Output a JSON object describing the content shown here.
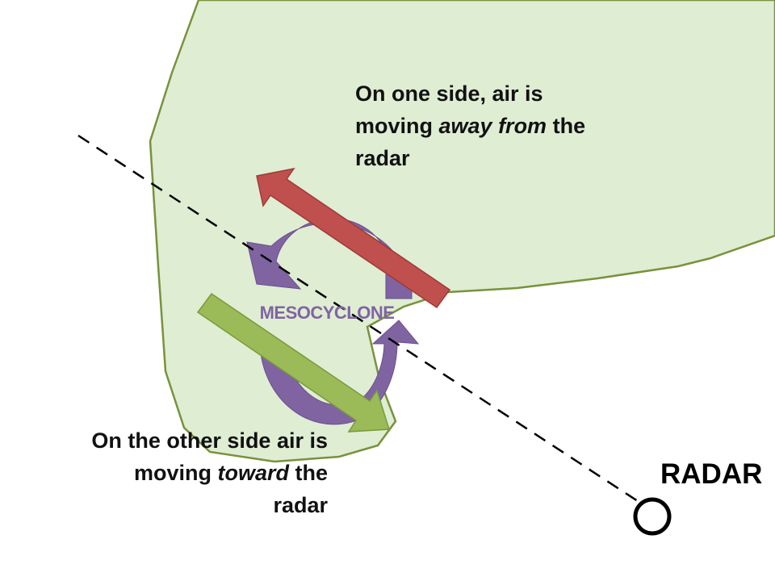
{
  "colors": {
    "storm_fill": "#dfedd3",
    "storm_stroke": "#77933c",
    "rotation_arrow": "#8064a2",
    "away_arrow": "#c0504d",
    "toward_arrow": "#9bbb59",
    "radar": "#000000",
    "text": "#111111"
  },
  "labels": {
    "mesocyclone": "MESOCYCLONE",
    "radar": "RADAR"
  },
  "captions": {
    "away": {
      "line1": "On one side, air is",
      "line2_pre": "moving ",
      "line2_em": "away from",
      "line2_post": " the",
      "line3": "radar"
    },
    "toward": {
      "line1": "On the other side air is",
      "line2_pre": "moving ",
      "line2_em": "toward",
      "line2_post": " the",
      "line3": "radar"
    }
  }
}
